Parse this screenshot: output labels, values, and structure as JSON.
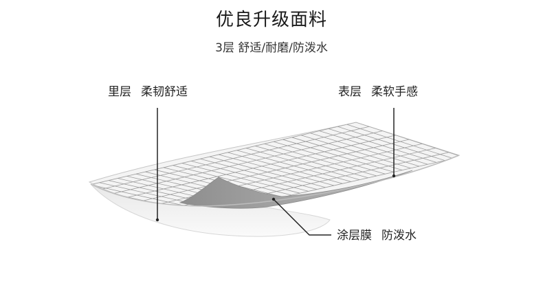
{
  "header": {
    "title": "优良升级面料",
    "subtitle": "3层 舒适/耐磨/防泼水"
  },
  "layers": [
    {
      "name": "里层",
      "desc": "柔韧舒适"
    },
    {
      "name": "表层",
      "desc": "柔软手感"
    },
    {
      "name": "涂层膜",
      "desc": "防泼水"
    }
  ],
  "colors": {
    "grid_line": "#9a9a9a",
    "coating": "#9c9c9c",
    "fabric": "#f2f2f2",
    "leader": "#222222"
  }
}
